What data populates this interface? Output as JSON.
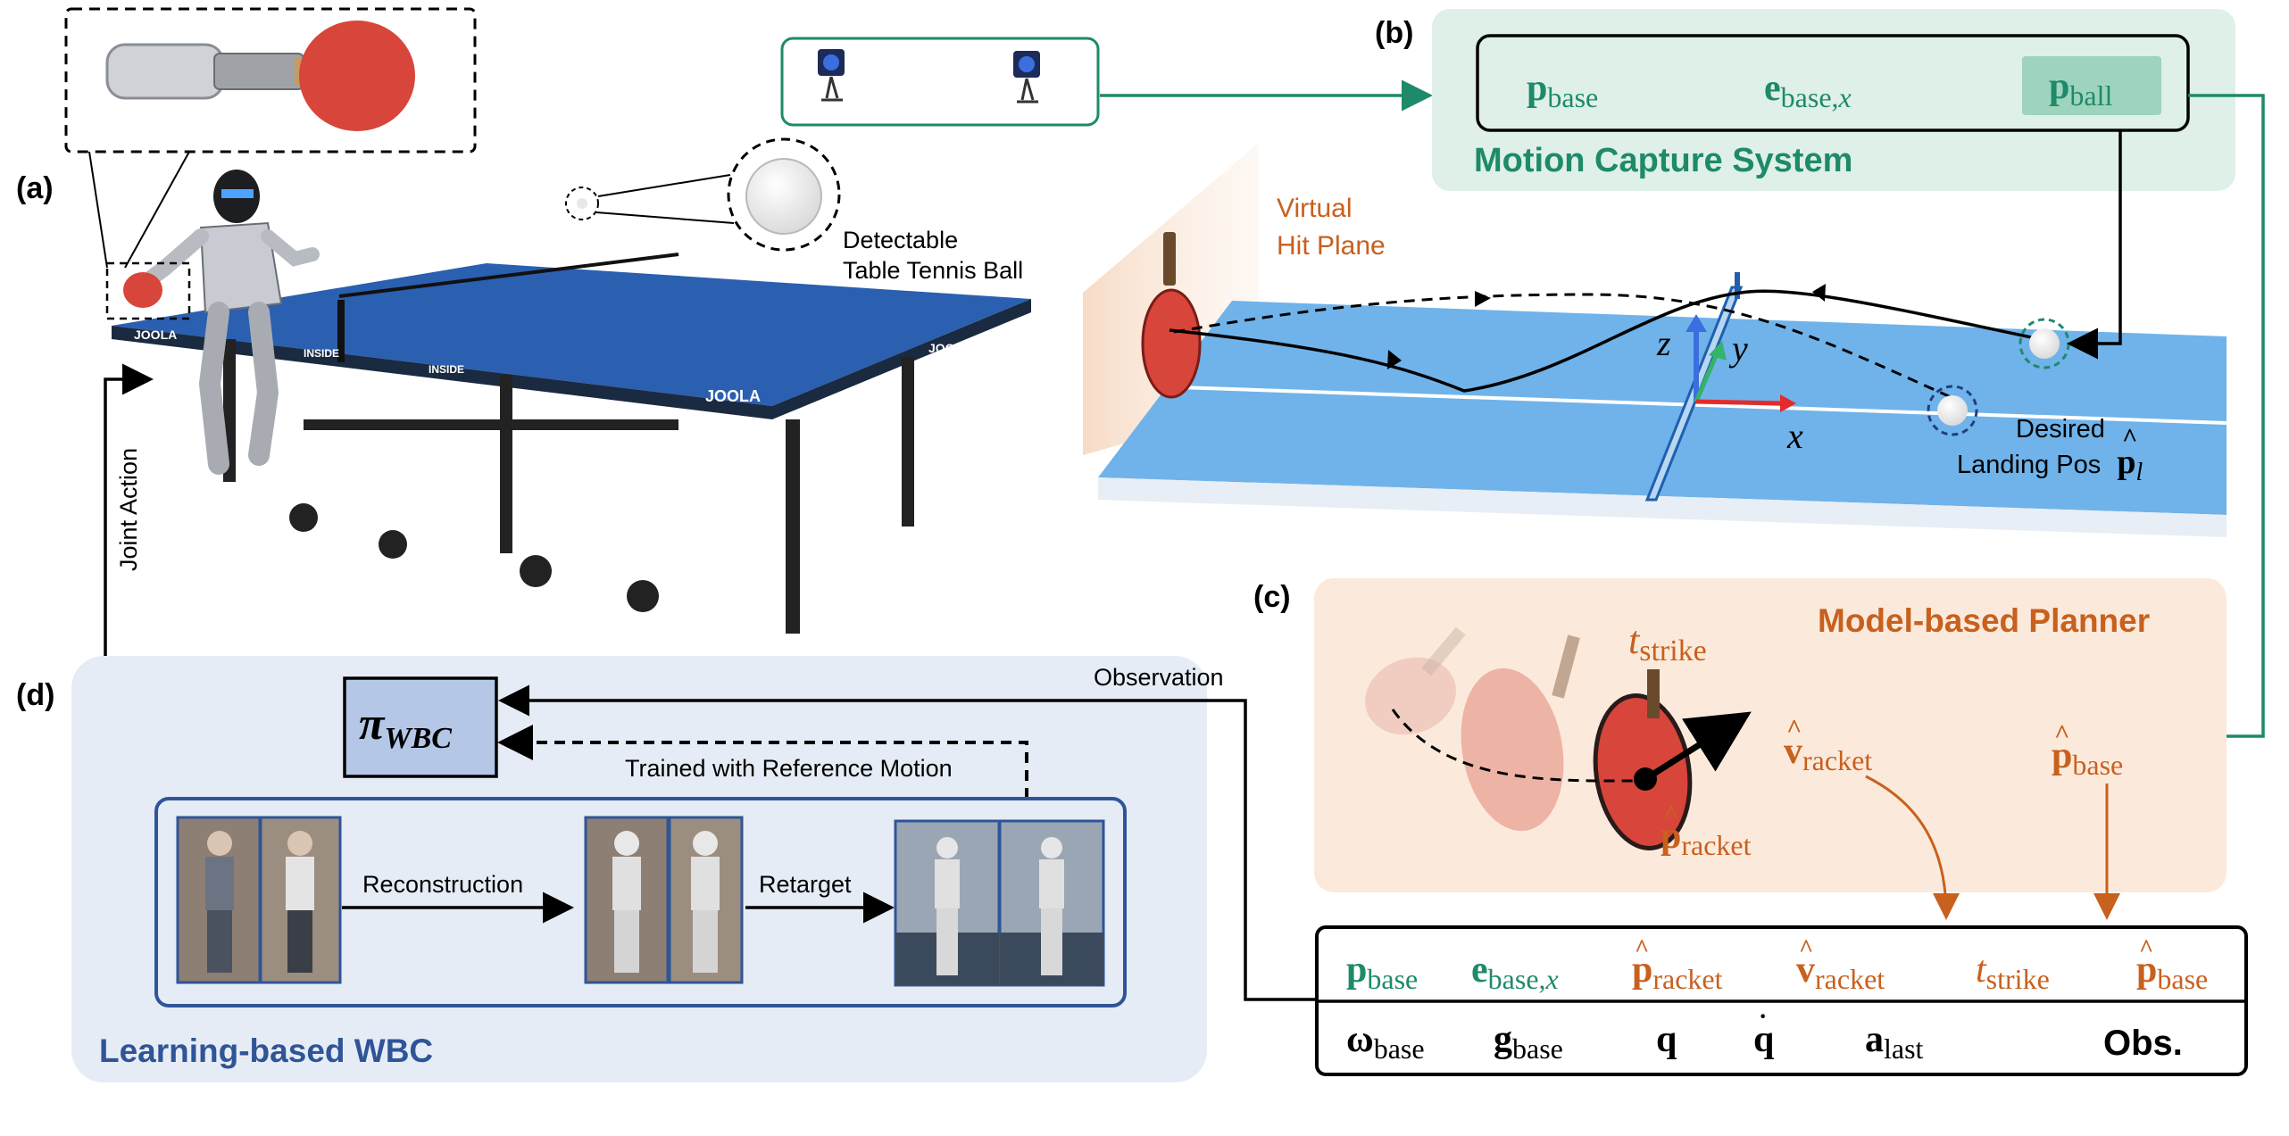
{
  "panel_labels": {
    "a": "(a)",
    "b": "(b)",
    "c": "(c)",
    "d": "(d)"
  },
  "panel_a": {
    "ball_label_1": "Detectable",
    "ball_label_2": "Table Tennis Ball",
    "table_brand": "JOOLA",
    "table_side_text": "INSIDE",
    "joint_action_label": "Joint Action"
  },
  "panel_b": {
    "title": "Motion Capture System",
    "obs": [
      {
        "main": "p",
        "sub": "base"
      },
      {
        "main": "e",
        "sub": "base,",
        "sub_italic": "x"
      },
      {
        "main": "p",
        "sub": "ball"
      }
    ],
    "virtual_plane_1": "Virtual",
    "virtual_plane_2": "Hit Plane",
    "axes": {
      "z": "z",
      "y": "y",
      "x": "x"
    },
    "desired_1": "Desired",
    "desired_2": "Landing Pos",
    "desired_symbol": "p",
    "desired_sub": "l"
  },
  "panel_c": {
    "title": "Model-based Planner",
    "t_strike": {
      "main": "t",
      "sub": "strike"
    },
    "p_racket": {
      "main": "p",
      "sub": "racket"
    },
    "v_racket": {
      "main": "v",
      "sub": "racket"
    },
    "p_base": {
      "main": "p",
      "sub": "base"
    }
  },
  "panel_d": {
    "title": "Learning-based WBC",
    "policy": {
      "main": "π",
      "sub": "WBC"
    },
    "observation_label": "Observation",
    "trained_label": "Trained with Reference Motion",
    "reconstruction_label": "Reconstruction",
    "retarget_label": "Retarget"
  },
  "obs_table": {
    "row1": [
      {
        "main": "p",
        "sub": "base",
        "color": "#1e8a6a",
        "hat": false
      },
      {
        "main": "e",
        "sub": "base,",
        "sub_italic": "x",
        "color": "#1e8a6a",
        "hat": false
      },
      {
        "main": "p",
        "sub": "racket",
        "color": "#c8601e",
        "hat": true
      },
      {
        "main": "v",
        "sub": "racket",
        "color": "#c8601e",
        "hat": true
      },
      {
        "main": "t",
        "sub": "strike",
        "color": "#c8601e",
        "hat": false,
        "italic": true
      },
      {
        "main": "p",
        "sub": "base",
        "color": "#c8601e",
        "hat": true
      }
    ],
    "row2": [
      {
        "main": "ω",
        "sub": "base"
      },
      {
        "main": "g",
        "sub": "base"
      },
      {
        "main": "q",
        "sub": ""
      },
      {
        "main": "q",
        "sub": "",
        "dot": true
      },
      {
        "main": "a",
        "sub": "last"
      }
    ],
    "obs_label": "Obs."
  },
  "colors": {
    "mocap_green": "#1e8a6a",
    "mocap_bg": "#dff0e8",
    "planner_orange": "#c8601e",
    "planner_bg": "#fbeadb",
    "wbc_blue": "#2f5597",
    "wbc_bg": "#e6ecf5",
    "table_blue": "#6fb3ea"
  }
}
